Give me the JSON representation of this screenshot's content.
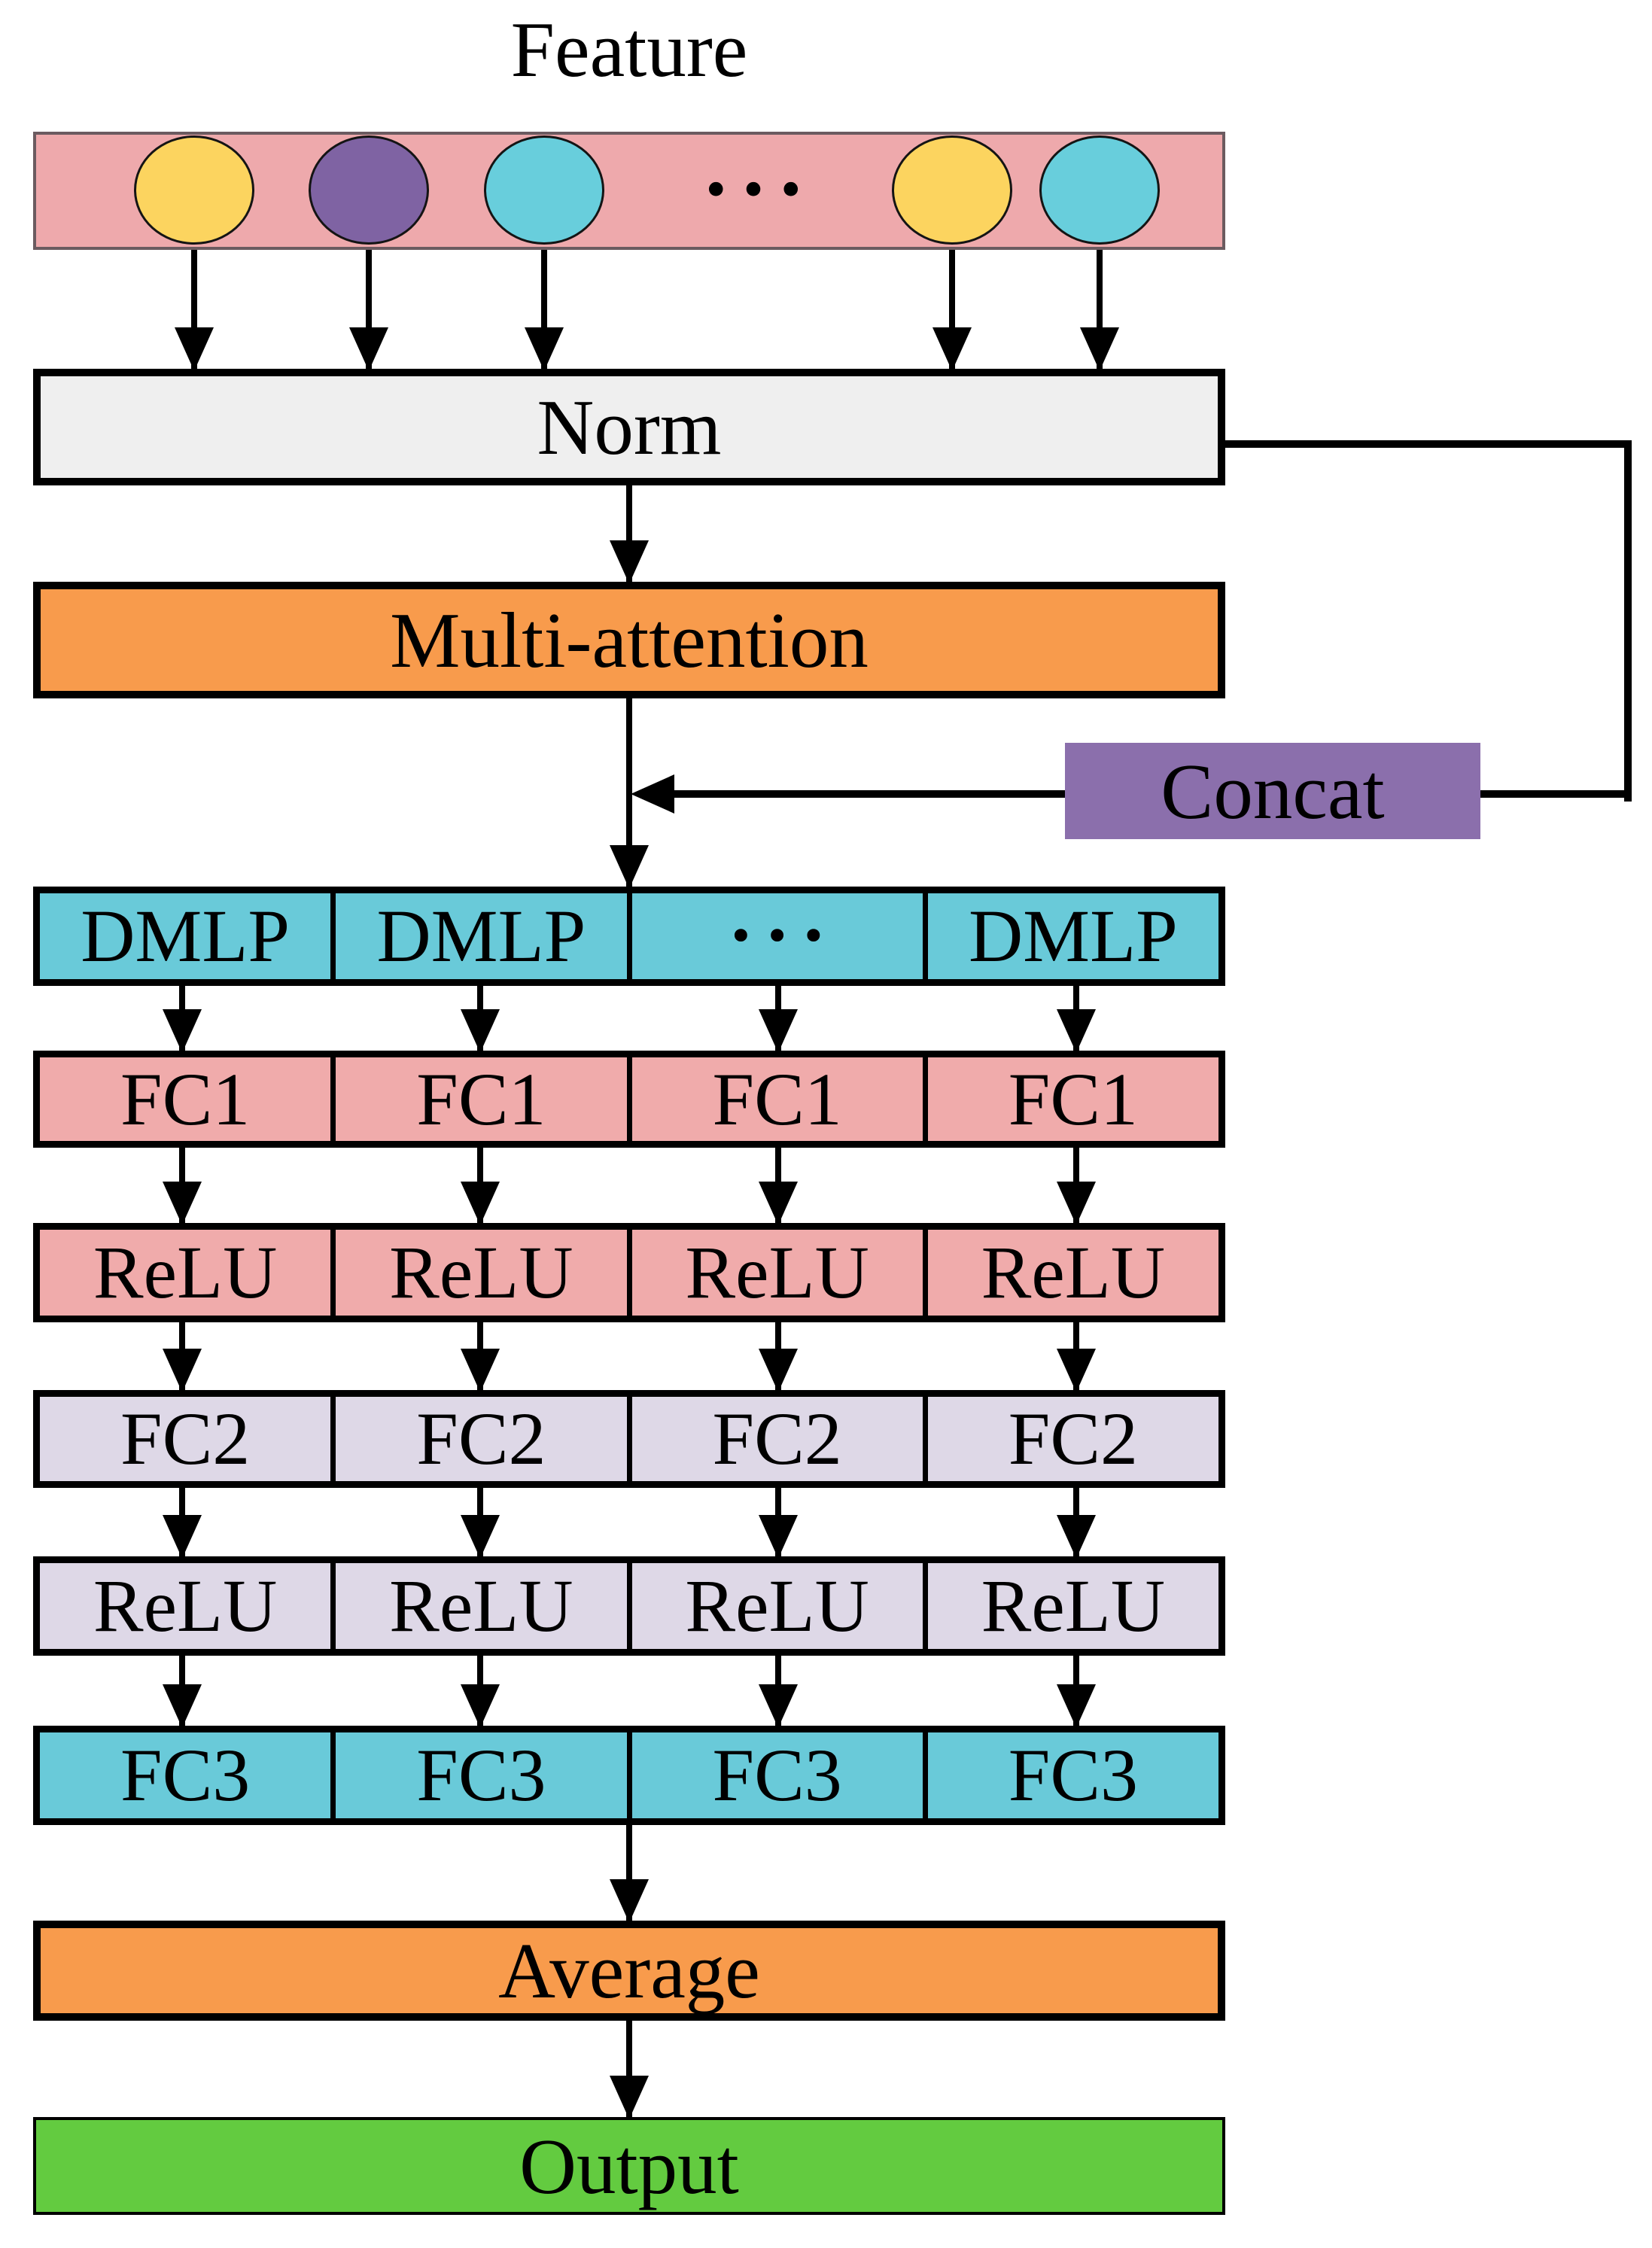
{
  "title": "Feature",
  "colors": {
    "background": "#FFFFFF",
    "bar_pink": "#EEA9AC",
    "bar_border": "#6B5B60",
    "circle_yellow": "#FCD45F",
    "circle_purple": "#7F63A3",
    "circle_cyan": "#68CEDC",
    "norm_gray": "#EFEFEF",
    "orange": "#F89B4C",
    "concat_purple": "#8B6FAC",
    "row_cyan": "#69CAD9",
    "row_pink": "#F0ABAB",
    "row_lavender": "#DED8E7",
    "output_green": "#63CB40",
    "line_black": "#000000"
  },
  "feature_bar": {
    "dots": "•••",
    "circles": [
      {
        "id": "circle-1",
        "color": "yellow"
      },
      {
        "id": "circle-2",
        "color": "purple"
      },
      {
        "id": "circle-3",
        "color": "cyan"
      },
      {
        "id": "circle-4",
        "color": "yellow"
      },
      {
        "id": "circle-5",
        "color": "cyan"
      }
    ]
  },
  "nodes": {
    "norm": "Norm",
    "multi_attention": "Multi-attention",
    "concat": "Concat",
    "average": "Average",
    "output": "Output"
  },
  "rows": [
    {
      "id": "dmlp-row",
      "color": "#69CAD9",
      "cells": [
        "DMLP",
        "DMLP",
        "•••",
        "DMLP"
      ]
    },
    {
      "id": "fc1-row",
      "color": "#F0ABAB",
      "cells": [
        "FC1",
        "FC1",
        "FC1",
        "FC1"
      ]
    },
    {
      "id": "relu-row-1",
      "color": "#F0ABAB",
      "cells": [
        "ReLU",
        "ReLU",
        "ReLU",
        "ReLU"
      ]
    },
    {
      "id": "fc2-row",
      "color": "#DED8E7",
      "cells": [
        "FC2",
        "FC2",
        "FC2",
        "FC2"
      ]
    },
    {
      "id": "relu-row-2",
      "color": "#DED8E7",
      "cells": [
        "ReLU",
        "ReLU",
        "ReLU",
        "ReLU"
      ]
    },
    {
      "id": "fc3-row",
      "color": "#69CAD9",
      "cells": [
        "FC3",
        "FC3",
        "FC3",
        "FC3"
      ]
    }
  ]
}
